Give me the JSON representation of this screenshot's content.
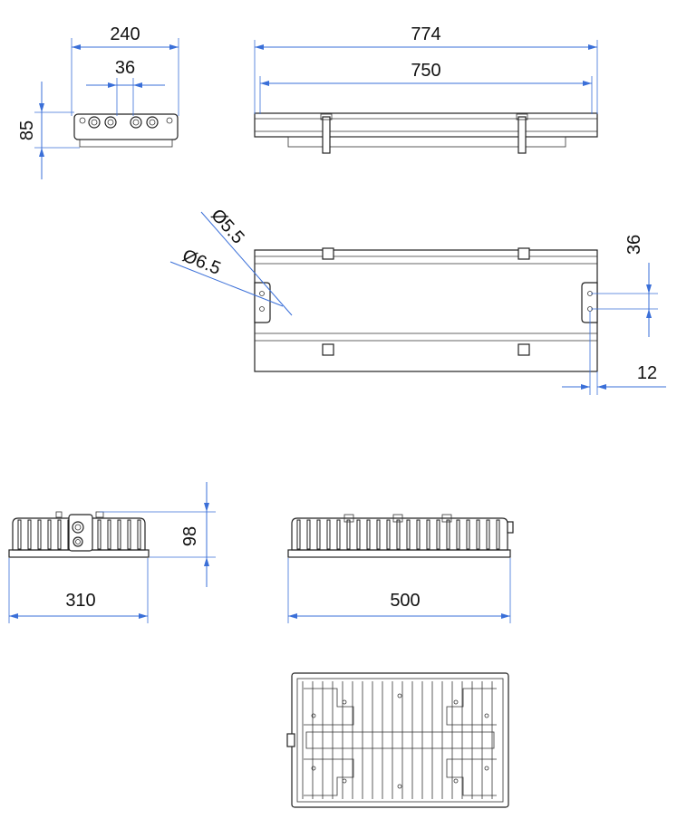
{
  "dimensions": {
    "top_left_width": "240",
    "top_left_spacing": "36",
    "top_left_height": "85",
    "top_right_overall": "774",
    "top_right_inner": "750",
    "middle_hole_large": "Ø5.5",
    "middle_hole_small": "Ø6.5",
    "middle_right_spacing": "36",
    "middle_right_offset": "12",
    "bottom_left_width": "310",
    "bottom_left_height": "98",
    "bottom_right_width": "500"
  }
}
